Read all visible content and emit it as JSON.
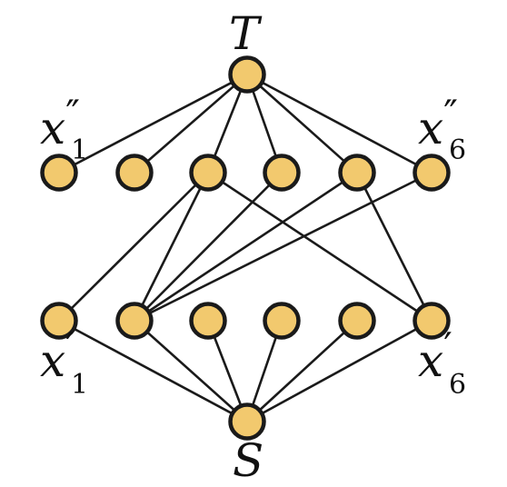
{
  "diagram": {
    "nodes": {
      "top": "T",
      "bottom": "S",
      "upper_left": {
        "base": "x",
        "prime": "″",
        "sub": "1"
      },
      "upper_right": {
        "base": "x",
        "prime": "″",
        "sub": "6"
      },
      "lower_left": {
        "base": "x",
        "prime": "′",
        "sub": "1"
      },
      "lower_right": {
        "base": "x",
        "prime": "′",
        "sub": "6"
      }
    },
    "node_fill": "#f2c96e",
    "node_stroke": "#1a1a1a",
    "edges": [
      [
        "T",
        "u1"
      ],
      [
        "T",
        "u2"
      ],
      [
        "T",
        "u3"
      ],
      [
        "T",
        "u4"
      ],
      [
        "T",
        "u5"
      ],
      [
        "T",
        "u6"
      ],
      [
        "S",
        "l1"
      ],
      [
        "S",
        "l2"
      ],
      [
        "S",
        "l3"
      ],
      [
        "S",
        "l4"
      ],
      [
        "S",
        "l5"
      ],
      [
        "S",
        "l6"
      ],
      [
        "u3",
        "l1"
      ],
      [
        "u3",
        "l2"
      ],
      [
        "u3",
        "l6"
      ],
      [
        "u4",
        "l2"
      ],
      [
        "u5",
        "l2"
      ],
      [
        "u5",
        "l6"
      ],
      [
        "u6",
        "l2"
      ]
    ]
  }
}
